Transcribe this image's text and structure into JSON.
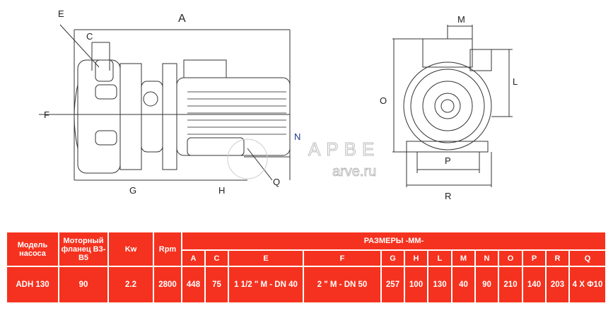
{
  "drawing": {
    "labels": [
      "A",
      "C",
      "E",
      "F",
      "G",
      "H",
      "N",
      "Q",
      "M",
      "L",
      "O",
      "P",
      "R"
    ],
    "watermark": "АРВЕ",
    "watermark_url": "arve.ru"
  },
  "table": {
    "headers": {
      "model": "Модель насоса",
      "flange": "Моторный фланец B3-B5",
      "kw": "Kw",
      "rpm": "Rpm",
      "dims": "РАЗМЕРЫ -MM-"
    },
    "dim_columns": [
      "A",
      "C",
      "E",
      "F",
      "G",
      "H",
      "L",
      "M",
      "N",
      "O",
      "P",
      "R",
      "Q"
    ],
    "row": {
      "model": "ADH 130",
      "flange": "90",
      "kw": "2.2",
      "rpm": "2800",
      "dims": [
        "448",
        "75",
        "1 1/2 \" M - DN 40",
        "2 \" M - DN 50",
        "257",
        "100",
        "130",
        "40",
        "90",
        "210",
        "140",
        "203",
        "4 X Φ10"
      ]
    }
  },
  "colors": {
    "table_bg": "#f5321f",
    "label_N": "#1a3a8a"
  }
}
